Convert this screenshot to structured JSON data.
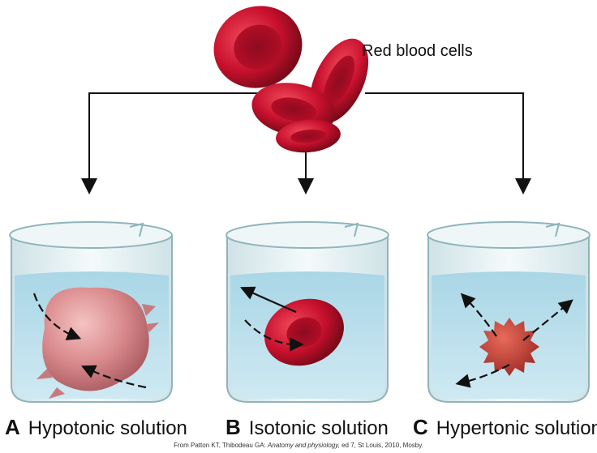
{
  "title": "Red blood cells",
  "beakers": [
    {
      "letter": "A",
      "label": "Hypotonic solution"
    },
    {
      "letter": "B",
      "label": "Isotonic solution"
    },
    {
      "letter": "C",
      "label": "Hypertonic solution"
    }
  ],
  "source": {
    "before_italic": "From Patton KT, Thibodeau GA: ",
    "italic": "Anatomy and physiology,",
    "after_italic": " ed 7, St Louis, 2010, Mosby."
  },
  "colors": {
    "cell_red": "#c8102e",
    "cell_dark": "#8e0b1f",
    "swollen_cell": "#d98a8c",
    "water": "#b7dce9",
    "glass": "#e8f2f4"
  }
}
